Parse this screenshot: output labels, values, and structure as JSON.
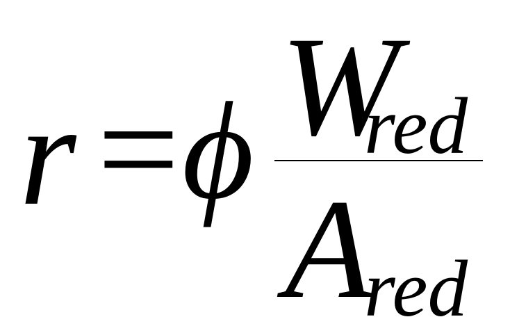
{
  "equation": {
    "lhs": "r",
    "operator": "=",
    "coefficient": "ϕ",
    "numerator": {
      "symbol": "W",
      "subscript": "red"
    },
    "denominator": {
      "symbol": "A",
      "subscript": "red"
    }
  }
}
